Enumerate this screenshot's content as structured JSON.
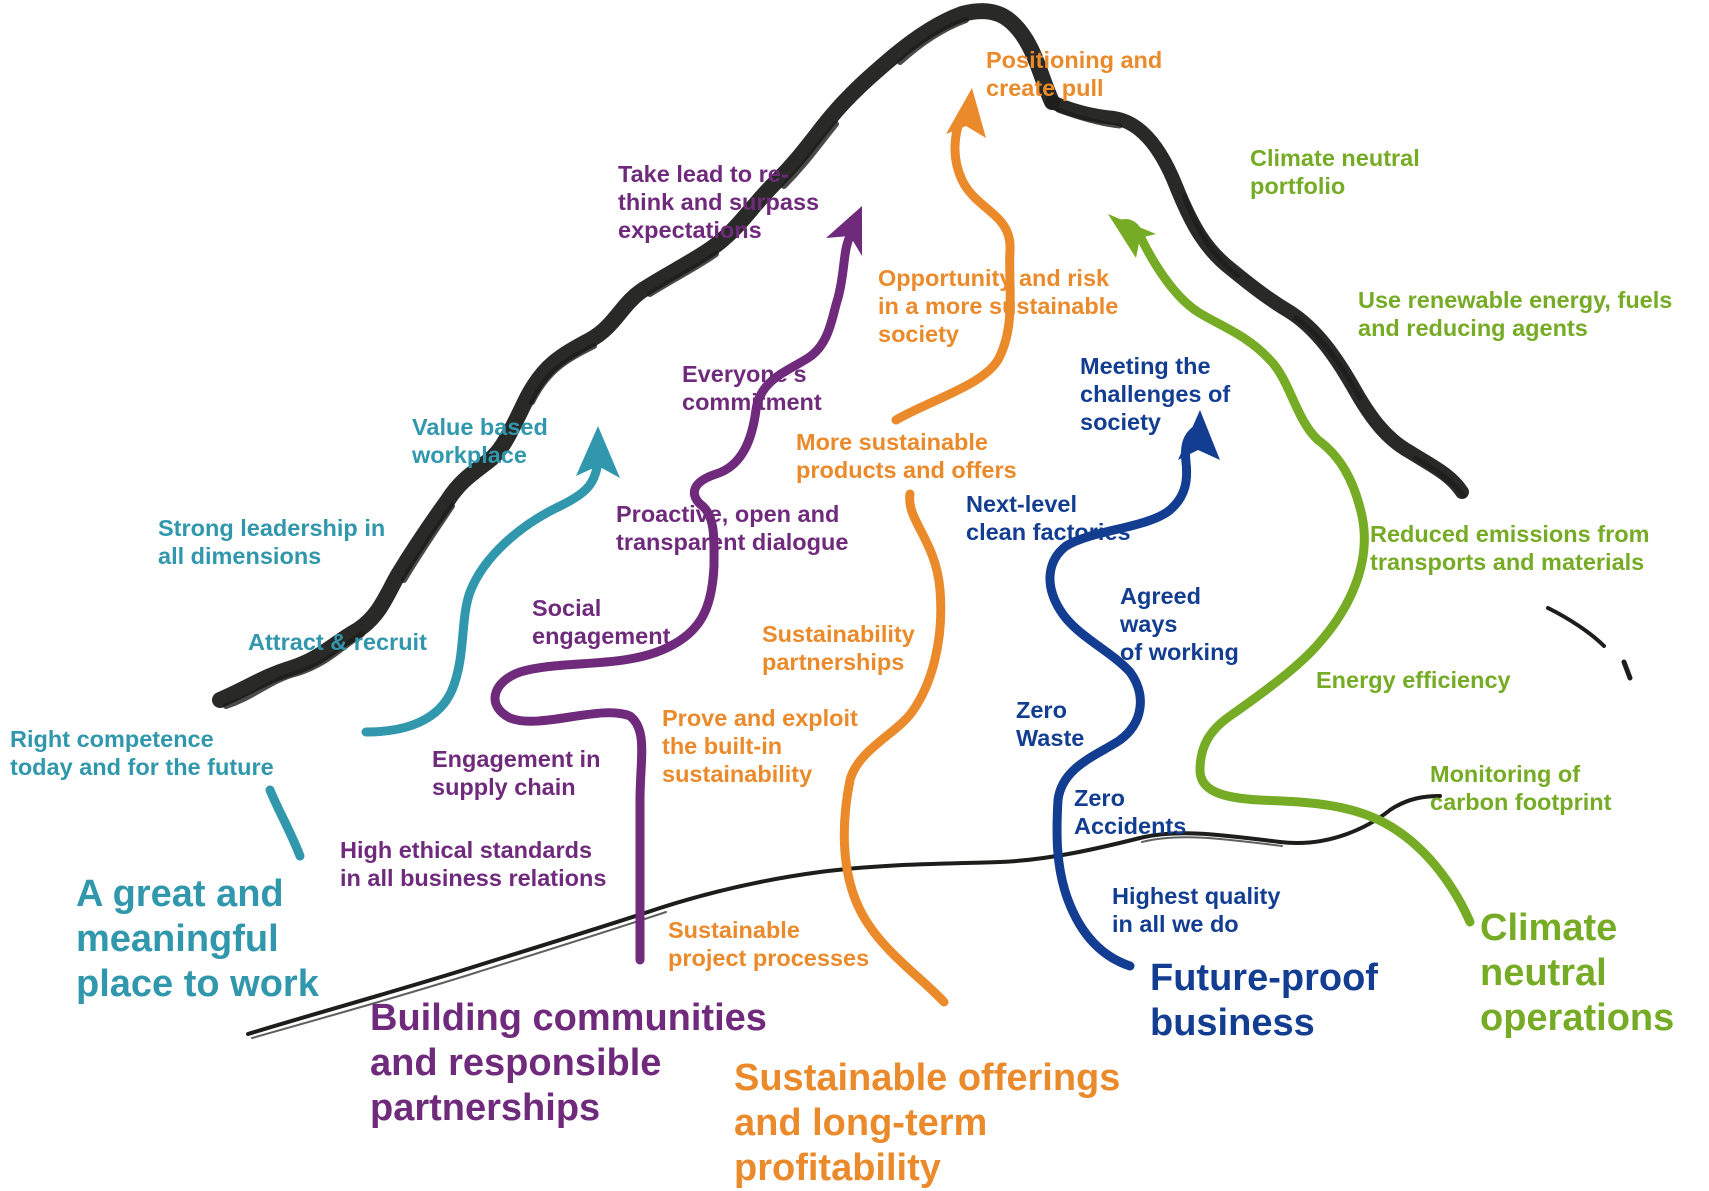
{
  "colors": {
    "teal": "#3097ac",
    "purple": "#6f2a7c",
    "orange": "#ea8a2b",
    "blue": "#123d91",
    "green": "#76ab25",
    "mountain": "#1d1d1b"
  },
  "themes": {
    "workplace": {
      "title": "A great and\nmeaningful\nplace to work",
      "steps": [
        "Right competence\ntoday and for the future",
        "Attract & recruit",
        "Strong leadership in\nall dimensions",
        "Value based\nworkplace"
      ]
    },
    "communities": {
      "title": "Building communities\nand responsible\npartnerships",
      "steps": [
        "High ethical standards\nin all business relations",
        "Engagement in\nsupply chain",
        "Social\nengagement",
        "Proactive, open and\ntransparent dialogue",
        "Everyone’s\ncommitment",
        "Take lead to re-\nthink and surpass\nexpectations"
      ]
    },
    "offerings": {
      "title": "Sustainable offerings\nand long-term\nprofitability",
      "steps": [
        "Sustainable\nproject processes",
        "Prove and exploit\nthe built-in\nsustainability",
        "Sustainability\npartnerships",
        "More sustainable\nproducts and offers",
        "Opportunity and risk\nin a more sustainable\nsociety",
        "Positioning and\ncreate pull"
      ]
    },
    "future_proof": {
      "title": "Future-proof\nbusiness",
      "steps": [
        "Highest quality\nin all we do",
        "Zero\nAccidents",
        "Zero\nWaste",
        "Agreed\nways\nof working",
        "Next-level\nclean factories",
        "Meeting the\nchallenges of\nsociety"
      ]
    },
    "climate": {
      "title": "Climate\nneutral\noperations",
      "steps": [
        "Monitoring of\ncarbon footprint",
        "Energy efficiency",
        "Reduced emissions from\ntransports and materials",
        "Use renewable energy, fuels\nand reducing agents",
        "Climate neutral\nportfolio"
      ]
    }
  }
}
